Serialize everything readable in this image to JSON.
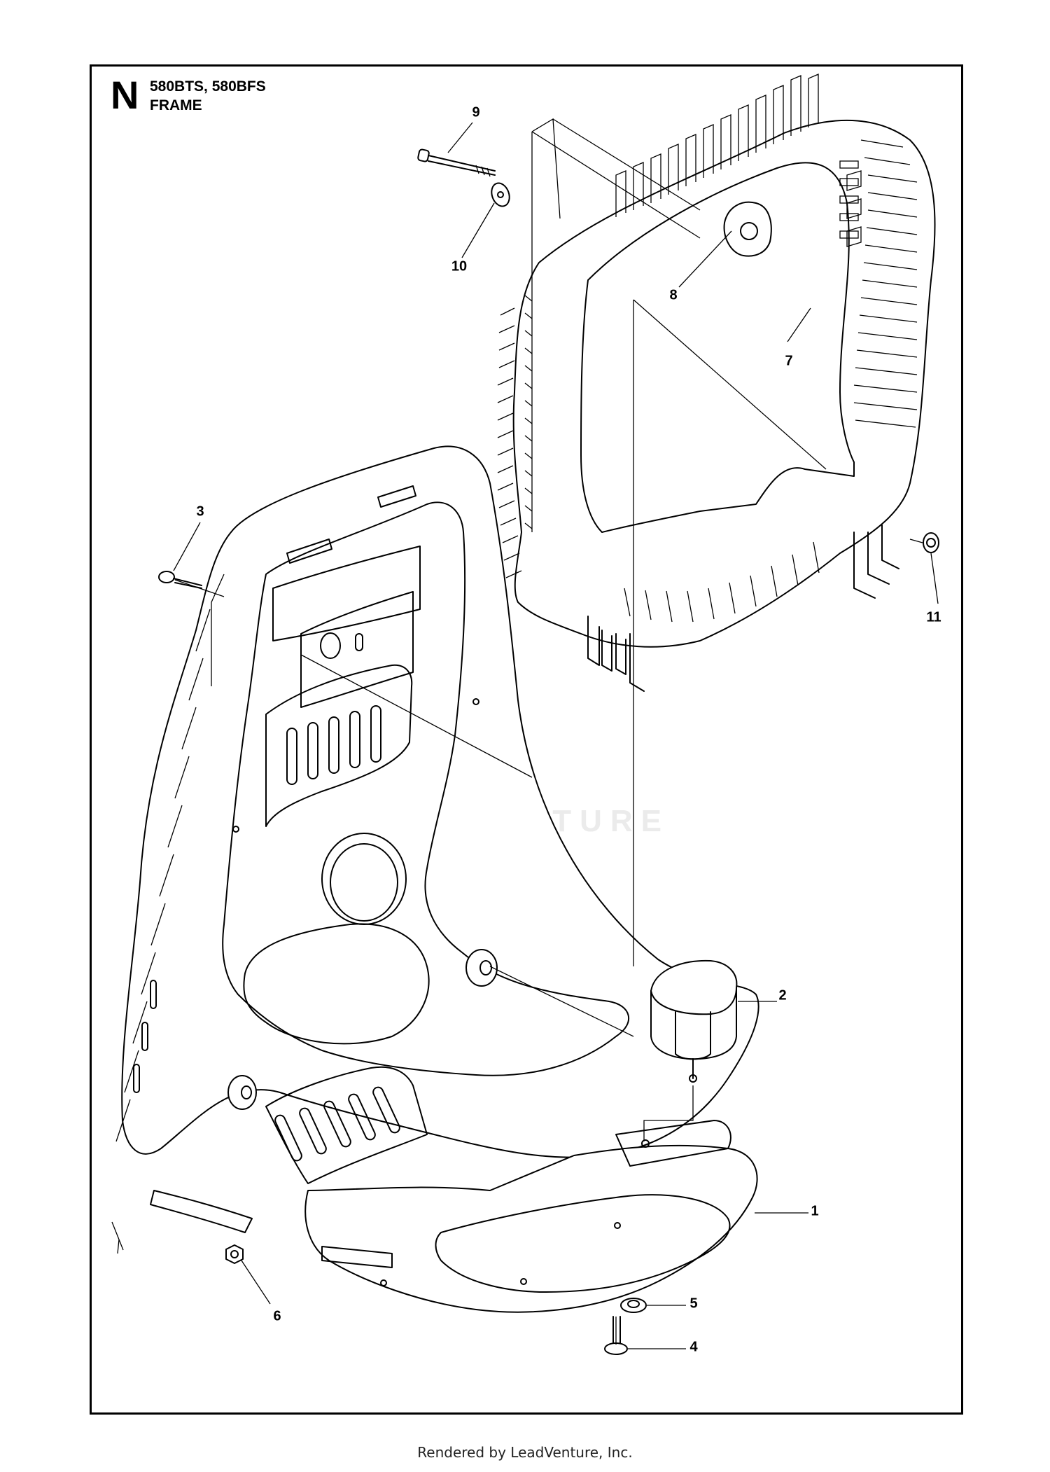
{
  "header": {
    "section_letter": "N",
    "models": "580BTS, 580BFS",
    "assembly": "FRAME"
  },
  "callouts": [
    "1",
    "2",
    "3",
    "4",
    "5",
    "6",
    "7",
    "8",
    "9",
    "10",
    "11"
  ],
  "watermark": "LEADVENTURE",
  "footer": "Rendered by LeadVenture, Inc."
}
